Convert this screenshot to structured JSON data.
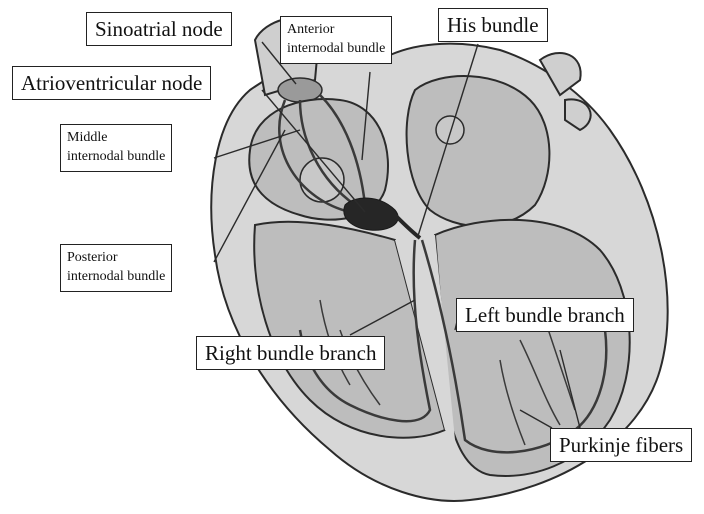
{
  "labels": {
    "sinoatrial_node": "Sinoatrial node",
    "anterior_line1": "Anterior",
    "anterior_line2": "internodal bundle",
    "his_bundle": "His bundle",
    "av_node": "Atrioventricular node",
    "middle_line1": "Middle",
    "middle_line2": "internodal bundle",
    "posterior_line1": "Posterior",
    "posterior_line2": "internodal bundle",
    "left_bundle_branch": "Left bundle branch",
    "right_bundle_branch": "Right bundle branch",
    "purkinje_fibers": "Purkinje fibers"
  },
  "colors": {
    "heart_fill": "#d7d7d7",
    "chamber_fill": "#bdbdbd",
    "outline": "#2b2b2b",
    "conduction": "#3a3a3a",
    "av_node": "#262626"
  }
}
